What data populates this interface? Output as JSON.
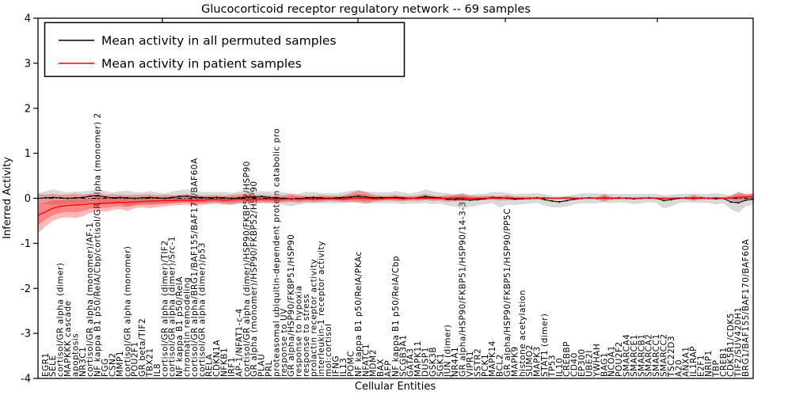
{
  "title": "Glucocorticoid receptor regulatory network -- 69 samples",
  "stray_glyph": "2",
  "chart_data": {
    "type": "line",
    "title": "Glucocorticoid receptor regulatory network -- 69 samples",
    "xlabel": "Cellular Entities",
    "ylabel": "Inferred Activity",
    "ylim": [
      -4,
      4
    ],
    "yticks": [
      "4",
      "3",
      "2",
      "1",
      "0",
      "-1",
      "-2",
      "-3",
      "-4"
    ],
    "ytick_values": [
      4,
      3,
      2,
      1,
      0,
      -1,
      -2,
      -3,
      -4
    ],
    "grid": false,
    "legend_position": "upper left",
    "zero_line": {
      "style": "dash-dot",
      "color": "#000000",
      "y": 0
    },
    "categories": [
      "",
      "EGR1",
      "SELE",
      "cortisol/GR alpha (dimer)",
      "MAPKKK cascade",
      "apoptosis",
      "NR3C1",
      "cortisol/GR alpha (monomer)/AF-1",
      "NF kappa B1 p50/RelA/Cbp/cortisol/GR alpha (monomer) 2",
      "FGG",
      "CSN2",
      "MMP1",
      "cortisol/GR alpha (monomer)",
      "POU2F1",
      "GR beta/TIF2",
      "TBX21",
      "IL8",
      "cortisol/GR alpha (dimer)/TIF2",
      "cortisol/GR alpha (dimer)/Src-1",
      "NF kappa B1 p50/RelA",
      "chromatin remodeling",
      "cortisol/GR alpha/BRG1/BAF155/BAF170/BAF60A",
      "cortisol/GR alpha (dimer)/p53",
      "RELA",
      "CDKN1A",
      "NFKB1",
      "IRF1",
      "AP-1/NFAT1-c-4",
      "cortisol/GR alpha (dimer)/HSP90/FKBP52/HSP90",
      "GR alpha (monomer)/HSP90/FKBP52/HSP90",
      "PLAU",
      "PRL",
      "proteasomal ubiquitin-dependent protein catabolic pro",
      "response to UV",
      "GR alpha/HSP90/FKBP51/HSP90",
      "response to hypoxia",
      "response to stress",
      "prolactin receptor activity",
      "interleukin-1 receptor activity",
      "mol:cortisol",
      "IFNG",
      "IL13",
      "POMC",
      "NF kappa B1 p50/RelA/PKAc",
      "NFATC1",
      "MDM2",
      "BAX",
      "AFP",
      "NF kappa B1 p50/RelA/Cbp",
      "SCGB3A1",
      "GATA3",
      "MAPK11",
      "DUSP1",
      "GSK3B",
      "SGK1",
      "JUN (dimer)",
      "NR4A1",
      "GR alpha/HSP90/FKBP51/HSP90/14-3-3",
      "VIPR1",
      "SSTR2",
      "PCK1",
      "MAPK14",
      "BCL2",
      "GR alpha/HSP90/FKBP51/HSP90/PP5C",
      "MAPK9",
      "histone acetylation",
      "SUMO2",
      "MAPK3",
      "STAT1 (dimer)",
      "TP53",
      "IL10",
      "CREBBP",
      "CD40",
      "EP300",
      "UBE2I",
      "YWHAH",
      "BAG1",
      "NCOA1",
      "POU2F2",
      "SMARCA4",
      "SMARCE1",
      "SMARCB1",
      "SMARCA2",
      "SMARCC1",
      "SMARCC2",
      "TSC22D3",
      "A20",
      "ANXA1",
      "IL1RAP",
      "E2F1",
      "NRIP1",
      "TBP",
      "CREB1",
      "CDK5R1/CDK5",
      "TIF2/SUV420H1",
      "BRG1/BAF155/BAF170/BAF60A",
      ""
    ],
    "series": [
      {
        "name": "Mean activity in all permuted samples",
        "color": "#000000",
        "values": [
          0.0,
          0.01,
          0.02,
          0.01,
          0.0,
          0.01,
          0.02,
          0.05,
          0.06,
          0.03,
          0.01,
          0.02,
          0.01,
          0.0,
          0.01,
          0.02,
          0.01,
          0.0,
          0.02,
          0.04,
          0.05,
          0.03,
          0.02,
          0.01,
          0.02,
          0.01,
          0.0,
          0.01,
          0.03,
          0.02,
          0.04,
          0.02,
          0.01,
          0.0,
          -0.02,
          -0.01,
          0.01,
          0.02,
          0.01,
          0.0,
          0.01,
          0.02,
          0.03,
          0.05,
          0.03,
          0.01,
          0.02,
          0.01,
          0.02,
          0.01,
          0.0,
          0.01,
          0.04,
          0.02,
          0.01,
          -0.02,
          -0.03,
          -0.02,
          -0.04,
          -0.03,
          -0.01,
          0.02,
          0.01,
          0.0,
          -0.02,
          -0.01,
          0.0,
          0.01,
          -0.03,
          -0.06,
          -0.08,
          -0.05,
          -0.02,
          0.0,
          0.01,
          0.0,
          0.01,
          0.0,
          0.01,
          0.0,
          -0.01,
          0.0,
          0.01,
          0.0,
          -0.05,
          -0.03,
          0.0,
          0.01,
          0.0,
          0.01,
          0.0,
          -0.01,
          0.0,
          -0.08,
          -0.1,
          -0.04,
          -0.02
        ]
      },
      {
        "name": "Mean activity in patient samples",
        "color": "#ff0000",
        "values": [
          -0.38,
          -0.3,
          -0.22,
          -0.18,
          -0.16,
          -0.15,
          -0.14,
          -0.12,
          -0.11,
          -0.11,
          -0.1,
          -0.09,
          -0.09,
          -0.08,
          -0.07,
          -0.06,
          -0.06,
          -0.05,
          -0.05,
          -0.04,
          -0.04,
          -0.05,
          -0.04,
          -0.03,
          -0.03,
          -0.04,
          -0.03,
          -0.02,
          -0.02,
          -0.03,
          -0.02,
          -0.02,
          -0.03,
          -0.02,
          -0.01,
          -0.02,
          -0.01,
          -0.02,
          -0.01,
          -0.01,
          -0.01,
          -0.02,
          0.0,
          0.01,
          0.0,
          -0.01,
          -0.01,
          0.0,
          0.0,
          -0.01,
          0.0,
          0.0,
          0.01,
          0.0,
          0.0,
          0.0,
          0.01,
          0.01,
          0.0,
          0.0,
          0.0,
          0.01,
          0.0,
          0.01,
          0.0,
          0.0,
          0.0,
          0.0,
          0.01,
          0.0,
          0.0,
          0.01,
          0.0,
          0.0,
          0.01,
          0.0,
          0.01,
          0.0,
          0.0,
          0.01,
          0.0,
          0.0,
          0.01,
          0.0,
          0.0,
          0.0,
          0.01,
          0.0,
          0.01,
          0.0,
          0.0,
          0.01,
          0.0,
          0.01,
          0.02,
          0.03,
          0.04
        ]
      }
    ],
    "bands": [
      {
        "series": "permuted",
        "color": "#888888",
        "opacity": 0.32,
        "lo": [
          -0.12,
          -0.13,
          -0.14,
          -0.14,
          -0.13,
          -0.15,
          -0.12,
          -0.07,
          -0.07,
          -0.12,
          -0.13,
          -0.11,
          -0.17,
          -0.14,
          -0.12,
          -0.13,
          -0.11,
          -0.13,
          -0.1,
          -0.1,
          -0.08,
          -0.12,
          -0.1,
          -0.13,
          -0.1,
          -0.12,
          -0.14,
          -0.11,
          -0.12,
          -0.11,
          -0.1,
          -0.1,
          -0.12,
          -0.15,
          -0.18,
          -0.14,
          -0.11,
          -0.11,
          -0.11,
          -0.11,
          -0.11,
          -0.11,
          -0.09,
          -0.08,
          -0.11,
          -0.11,
          -0.11,
          -0.11,
          -0.11,
          -0.13,
          -0.12,
          -0.12,
          -0.1,
          -0.13,
          -0.12,
          -0.16,
          -0.19,
          -0.22,
          -0.19,
          -0.16,
          -0.13,
          -0.1,
          -0.21,
          -0.14,
          -0.15,
          -0.13,
          -0.12,
          -0.1,
          -0.16,
          -0.2,
          -0.2,
          -0.18,
          -0.14,
          -0.11,
          -0.11,
          -0.11,
          -0.09,
          -0.11,
          -0.09,
          -0.1,
          -0.13,
          -0.11,
          -0.09,
          -0.1,
          -0.23,
          -0.17,
          -0.11,
          -0.09,
          -0.1,
          -0.1,
          -0.1,
          -0.14,
          -0.11,
          -0.24,
          -0.32,
          -0.18,
          -0.14
        ],
        "hi": [
          0.12,
          0.15,
          0.2,
          0.16,
          0.13,
          0.15,
          0.15,
          0.17,
          0.2,
          0.16,
          0.13,
          0.16,
          0.17,
          0.13,
          0.13,
          0.16,
          0.13,
          0.11,
          0.15,
          0.18,
          0.2,
          0.16,
          0.14,
          0.14,
          0.13,
          0.14,
          0.12,
          0.15,
          0.19,
          0.15,
          0.16,
          0.15,
          0.13,
          0.14,
          0.1,
          0.1,
          0.14,
          0.14,
          0.12,
          0.12,
          0.11,
          0.14,
          0.17,
          0.18,
          0.15,
          0.14,
          0.13,
          0.13,
          0.16,
          0.13,
          0.11,
          0.14,
          0.2,
          0.15,
          0.13,
          0.11,
          0.09,
          0.12,
          0.08,
          0.1,
          0.1,
          0.14,
          0.14,
          0.12,
          0.09,
          0.11,
          0.1,
          0.12,
          0.09,
          0.05,
          0.04,
          0.06,
          0.08,
          0.11,
          0.11,
          0.11,
          0.1,
          0.1,
          0.1,
          0.1,
          0.1,
          0.1,
          0.1,
          0.1,
          0.07,
          0.08,
          0.1,
          0.1,
          0.1,
          0.1,
          0.1,
          0.11,
          0.1,
          0.05,
          0.15,
          0.09,
          0.09
        ]
      },
      {
        "series": "patient",
        "color": "#ff0000",
        "opacity": 0.28,
        "inner_scale": 0.55,
        "lo": [
          -0.78,
          -0.62,
          -0.5,
          -0.44,
          -0.42,
          -0.44,
          -0.4,
          -0.32,
          -0.28,
          -0.3,
          -0.26,
          -0.24,
          -0.28,
          -0.22,
          -0.2,
          -0.22,
          -0.2,
          -0.18,
          -0.16,
          -0.15,
          -0.14,
          -0.16,
          -0.15,
          -0.12,
          -0.12,
          -0.14,
          -0.14,
          -0.12,
          -0.1,
          -0.12,
          -0.1,
          -0.11,
          -0.1,
          -0.09,
          -0.08,
          -0.1,
          -0.08,
          -0.09,
          -0.08,
          -0.06,
          -0.07,
          -0.08,
          -0.08,
          -0.1,
          -0.12,
          -0.08,
          -0.06,
          -0.05,
          -0.06,
          -0.07,
          -0.05,
          -0.06,
          -0.04,
          -0.06,
          -0.05,
          -0.08,
          -0.06,
          -0.07,
          -0.05,
          -0.04,
          -0.04,
          -0.03,
          -0.05,
          -0.04,
          -0.04,
          -0.03,
          -0.03,
          -0.02,
          -0.02,
          -0.02,
          -0.02,
          -0.02,
          -0.03,
          -0.02,
          -0.01,
          -0.02,
          -0.08,
          -0.02,
          -0.02,
          -0.01,
          -0.02,
          -0.02,
          -0.01,
          -0.02,
          -0.03,
          -0.02,
          -0.01,
          -0.02,
          -0.06,
          -0.02,
          -0.02,
          -0.02,
          -0.02,
          -0.05,
          -0.1,
          -0.04,
          -0.02
        ],
        "hi": [
          0.1,
          0.08,
          0.1,
          0.08,
          0.09,
          0.1,
          0.08,
          0.1,
          0.12,
          0.08,
          0.09,
          0.08,
          0.07,
          0.08,
          0.08,
          0.09,
          0.07,
          0.08,
          0.07,
          0.08,
          0.09,
          0.07,
          0.06,
          0.07,
          0.07,
          0.06,
          0.08,
          0.09,
          0.11,
          0.08,
          0.08,
          0.07,
          0.06,
          0.07,
          0.1,
          0.07,
          0.06,
          0.06,
          0.07,
          0.06,
          0.06,
          0.07,
          0.12,
          0.18,
          0.14,
          0.08,
          0.06,
          0.06,
          0.08,
          0.05,
          0.05,
          0.06,
          0.1,
          0.06,
          0.05,
          0.07,
          0.08,
          0.1,
          0.06,
          0.05,
          0.06,
          0.06,
          0.05,
          0.07,
          0.04,
          0.04,
          0.03,
          0.03,
          0.03,
          0.02,
          0.03,
          0.03,
          0.03,
          0.02,
          0.03,
          0.02,
          0.1,
          0.03,
          0.02,
          0.02,
          0.02,
          0.03,
          0.02,
          0.02,
          0.03,
          0.02,
          0.02,
          0.02,
          0.08,
          0.03,
          0.02,
          0.03,
          0.02,
          0.07,
          0.13,
          0.1,
          0.12
        ]
      }
    ]
  }
}
